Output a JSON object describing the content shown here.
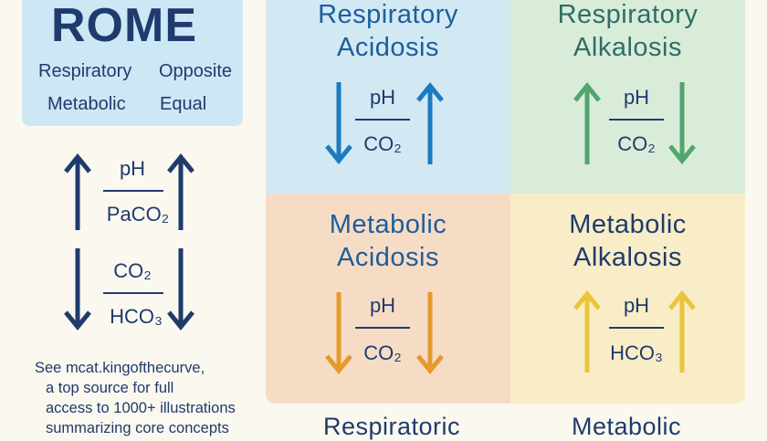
{
  "rome": {
    "title": "ROME",
    "line1_left": "Respiratory",
    "line1_right": "Opposite",
    "line2_left": "Metabolic",
    "line2_right": "Equal"
  },
  "legend": {
    "top_num": "pH",
    "top_den": "PaCO₂",
    "bottom_num": "CO₂",
    "bottom_den": "HCO₃"
  },
  "quadrants": {
    "resp_acidosis": {
      "title_line1": "Respiratory",
      "title_line2": "Acidosis",
      "num": "pH",
      "den": "CO₂",
      "color": "#1a7bc2"
    },
    "resp_alkalosis": {
      "title_line1": "Respiratory",
      "title_line2": "Alkalosis",
      "num": "pH",
      "den": "CO₂",
      "color": "#52a56d"
    },
    "met_acidosis": {
      "title_line1": "Metabolic",
      "title_line2": "Acidosis",
      "num": "pH",
      "den": "CO₂",
      "color": "#e49a2c"
    },
    "met_alkalosis": {
      "title_line1": "Metabolic",
      "title_line2": "Alkalosis",
      "num": "pH",
      "den": "HCO₃",
      "color": "#ecc43a"
    }
  },
  "promo": {
    "line1": "See mcat.kingofthecurve,",
    "line2": "a top source for full",
    "line3": "access to 1000+ illustrations",
    "line4": "summarizing core concepts"
  },
  "bottom": {
    "left_title": "Respiratoric",
    "right_title": "Metabolic"
  },
  "colors": {
    "navy": "#1f3b6e",
    "resp_acidosis_bg": "#d2e9f4",
    "resp_alkalosis_bg": "#d9ecd9",
    "met_acidosis_bg": "#f7dcc5",
    "met_alkalosis_bg": "#f8edc6"
  }
}
